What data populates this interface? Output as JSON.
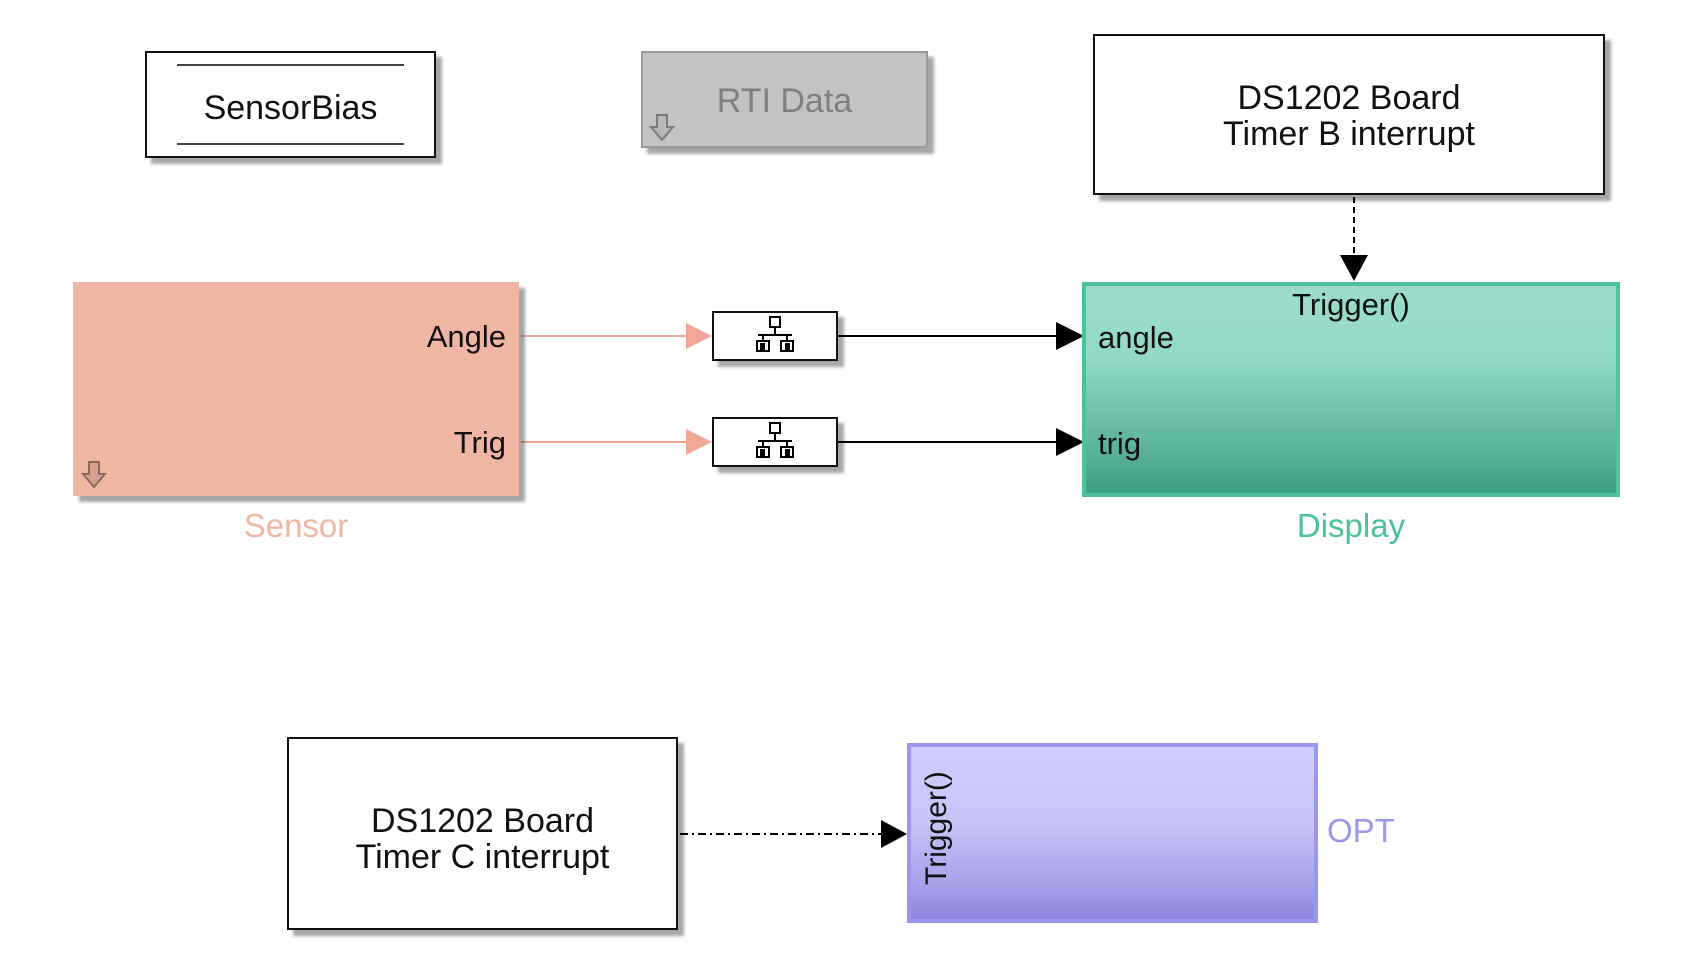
{
  "blocks": {
    "sensor_bias": {
      "label": "SensorBias"
    },
    "rti_data": {
      "label": "RTI Data"
    },
    "timer_b": {
      "line1": "DS1202 Board",
      "line2": "Timer B interrupt"
    },
    "sensor": {
      "name": "Sensor",
      "ports": {
        "angle": "Angle",
        "trig": "Trig"
      }
    },
    "display": {
      "name": "Display",
      "trigger": "Trigger()",
      "ports": {
        "angle": "angle",
        "trig": "trig"
      }
    },
    "timer_c": {
      "line1": "DS1202 Board",
      "line2": "Timer C interrupt"
    },
    "opt": {
      "name": "OPT",
      "trigger": "Trigger()"
    }
  },
  "colors": {
    "sensor_fill": "#f0b6a4",
    "sensor_label": "#f0b6a4",
    "display_fill": "#8fd8c4",
    "display_border": "#4cc09f",
    "display_label": "#4cc09f",
    "opt_fill": "#c7c3f7",
    "opt_border": "#9c96ee",
    "opt_label": "#9c96ee",
    "rti_fill": "#c3c3c3",
    "rti_text": "#7f7f7f",
    "signal_sensor": "#f0a896",
    "signal_default": "#000000"
  },
  "icons": {
    "rate_transition": "rate-transition-icon",
    "link_arrow": "down-arrow-icon"
  }
}
